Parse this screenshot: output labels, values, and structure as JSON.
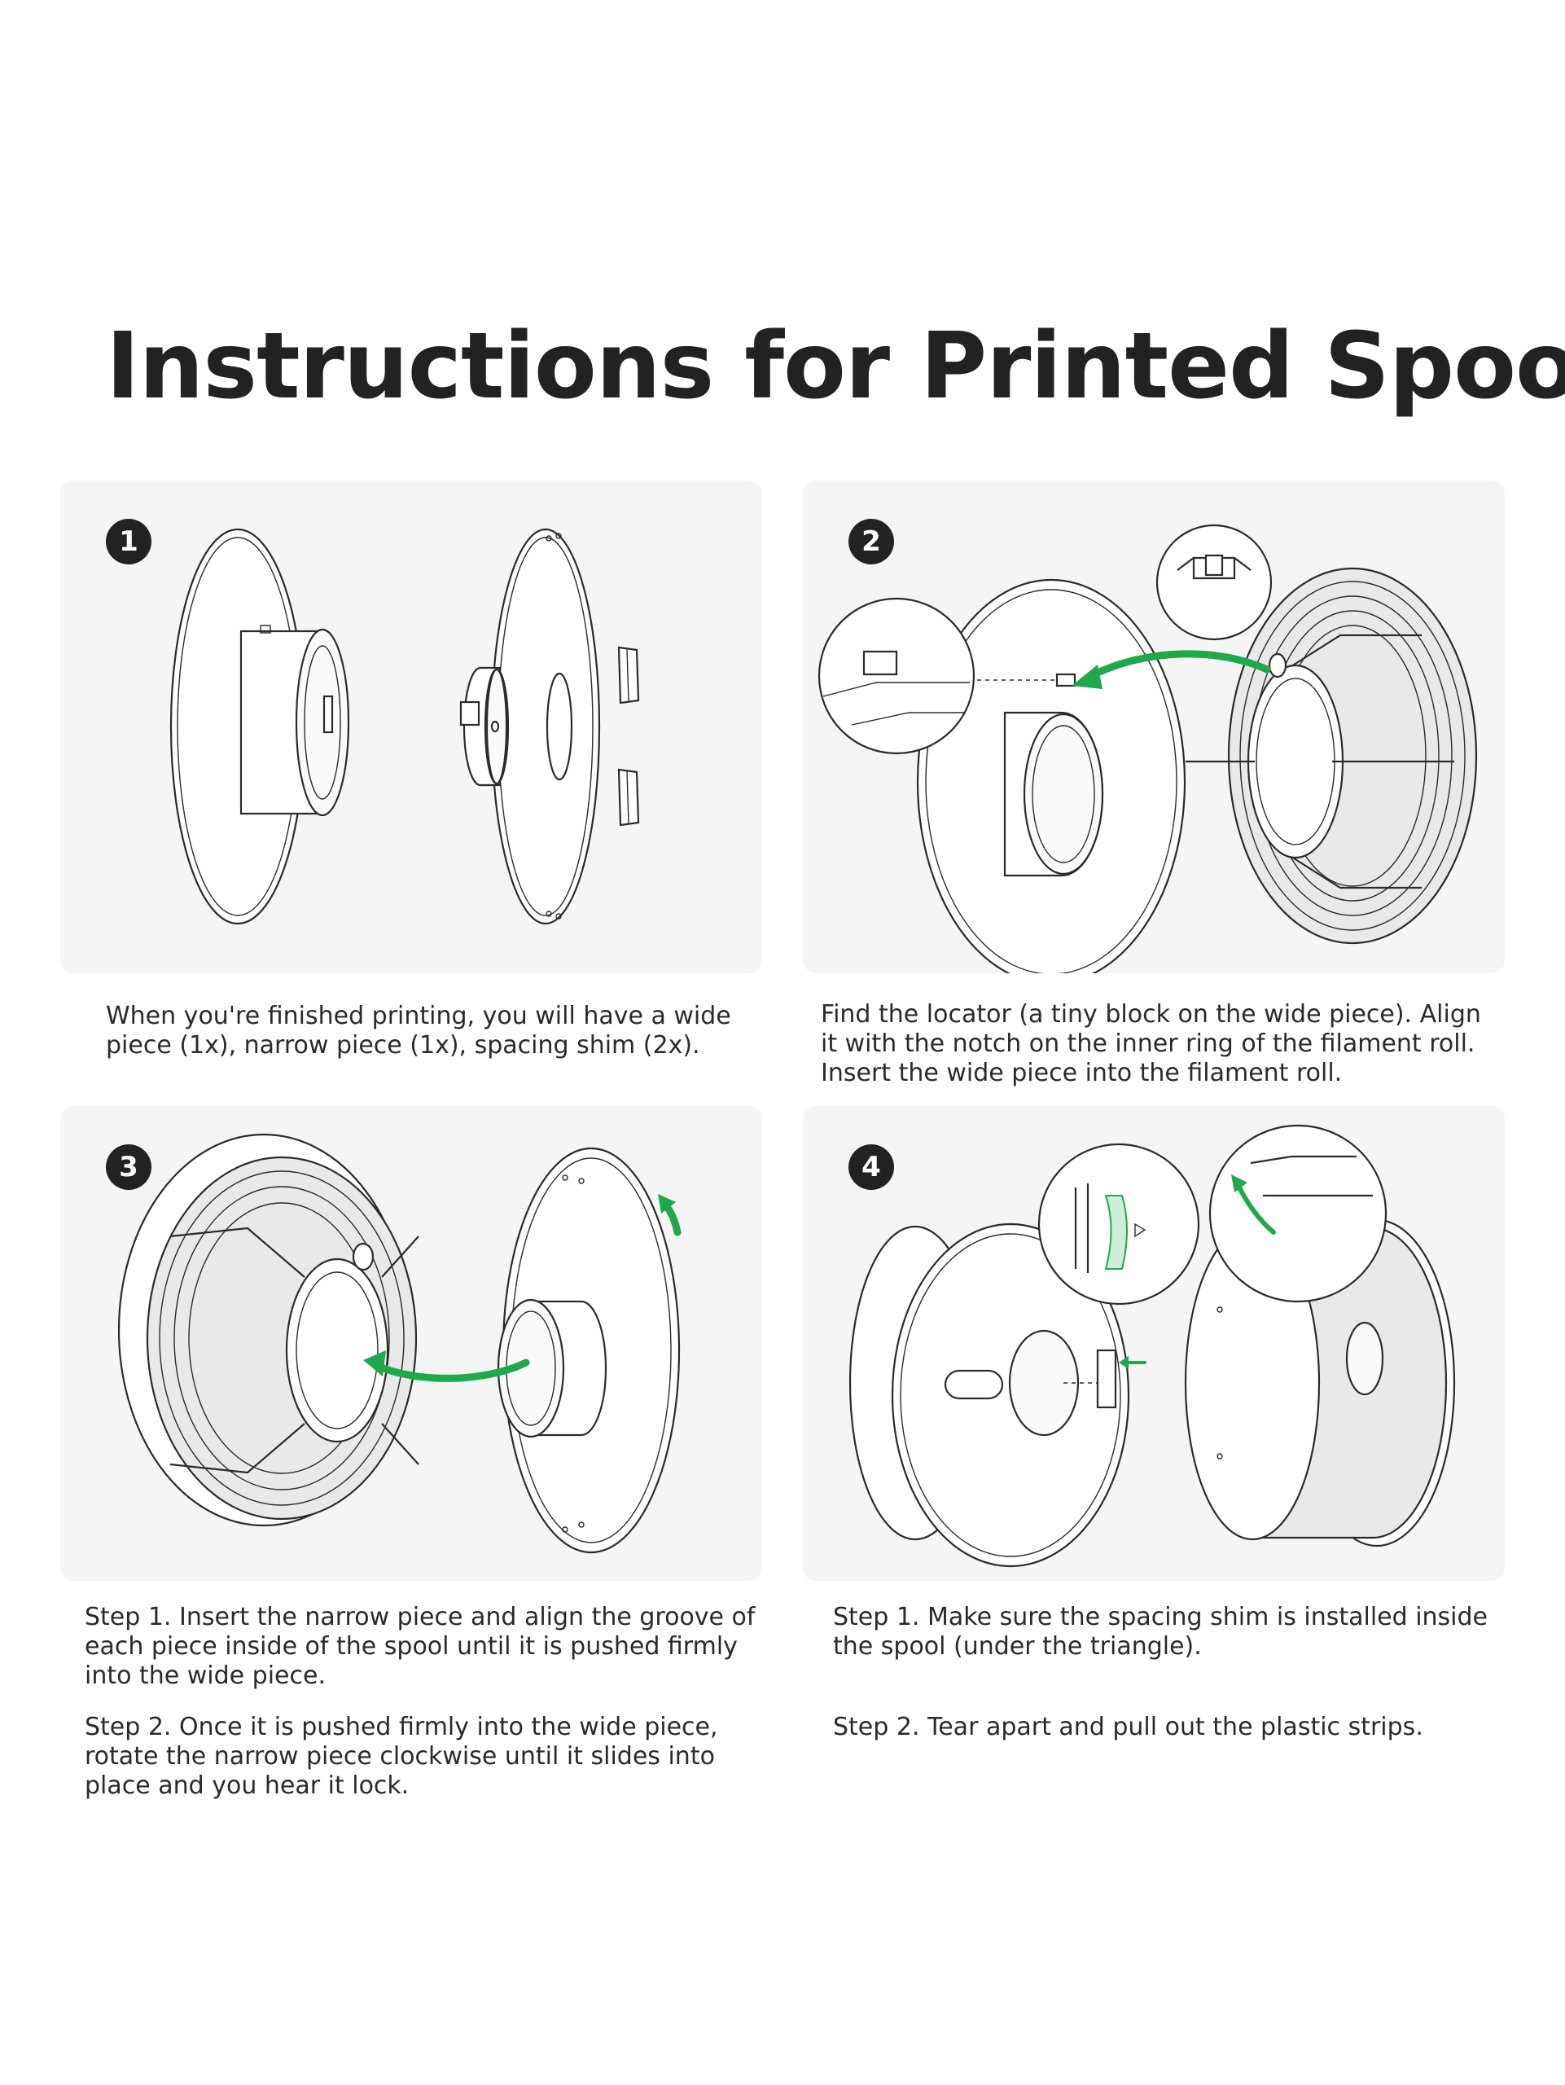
{
  "title": "Instructions for Printed Spool",
  "colors": {
    "accent_green": "#20a94a",
    "panel_background": "#f5f5f5",
    "text": "#222222"
  },
  "panels": [
    {
      "number": "1",
      "caption": "When you're finished printing, you will have a wide piece (1x), narrow piece (1x), spacing shim (2x)."
    },
    {
      "number": "2",
      "caption": "Find the locator (a tiny block on the wide piece). Align it with the notch on the inner ring of the filament roll. Insert the wide piece into the filament roll."
    },
    {
      "number": "3",
      "caption_step1": "Step 1. Insert the narrow piece and align the groove of each piece inside of the spool until it is pushed firmly into the wide piece.",
      "caption_step2": "Step 2. Once it is pushed firmly into the wide piece, rotate the narrow piece clockwise until it slides into place and you hear it lock."
    },
    {
      "number": "4",
      "caption_step1": "Step 1. Make sure the spacing shim is installed inside the spool (under the triangle).",
      "caption_step2": "Step 2. Tear apart and pull out the plastic strips."
    }
  ]
}
